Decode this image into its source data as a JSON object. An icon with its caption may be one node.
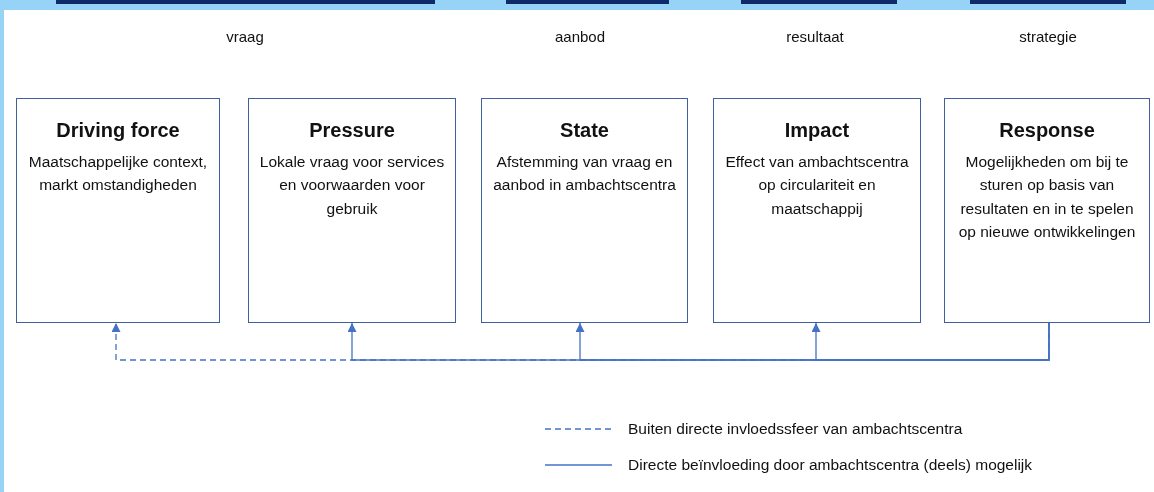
{
  "diagram": {
    "nodes": [
      {
        "text": [
          "Driving force",
          "Maatschappelijke context, markt omstandigheden"
        ]
      },
      {
        "text": [
          "Pressure",
          "Lokale vraag voor services en voorwaarden voor gebruik"
        ]
      },
      {
        "text": [
          "State",
          "Afstemming van vraag en aanbod in ambachtscentra"
        ]
      },
      {
        "text": [
          "Impact",
          "Effect van ambachtscentra op circulariteit en maatschappij"
        ]
      },
      {
        "text": [
          "Response",
          "Mogelijkheden om bij te sturen op basis van resultaten en in te spelen op nieuwe ontwikkelingen"
        ]
      }
    ],
    "edges": [
      {
        "from": 4,
        "to": 0,
        "arrow": "to",
        "style": "dashed"
      },
      {
        "from": 4,
        "to": 1,
        "arrow": "to"
      },
      {
        "from": 4,
        "to": 2,
        "arrow": "to"
      },
      {
        "from": 4,
        "to": 3,
        "arrow": "to"
      }
    ],
    "labels": [
      "vraag",
      "aanbod",
      "resultaat",
      "strategie"
    ],
    "legend": [
      {
        "text": "Buiten directe invloedssfeer van ambachtscentra"
      },
      {
        "text": "Directe beïnvloeding door ambachtscentra (deels) mogelijk"
      }
    ]
  }
}
